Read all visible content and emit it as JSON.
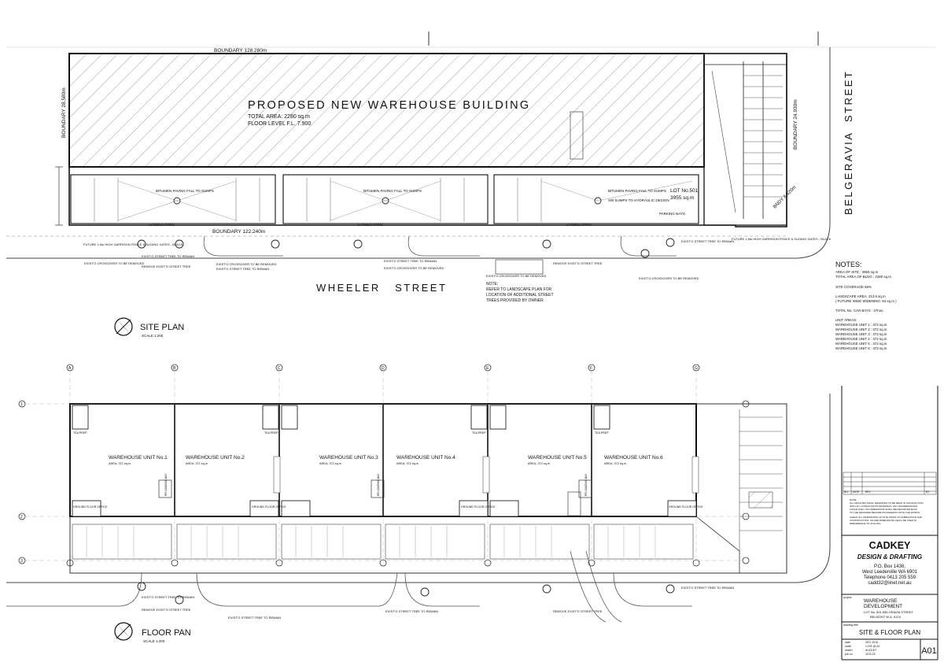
{
  "site": {
    "title": "PROPOSED NEW WAREHOUSE BUILDING",
    "total_area": "TOTAL AREA: 2280 sq.m",
    "floor_level": "FLOOR LEVEL F.L. 7.900",
    "boundary_top": "BOUNDARY 128.280m",
    "boundary_left": "BOUNDARY 28.580m",
    "boundary_bottom": "BOUNDARY 122.240m",
    "boundary_right": "BOUNDARY 24.930m",
    "boundary_corner": "BNDY 8.620m",
    "lot_no": "LOT No.501",
    "lot_area": "3955 sq.m",
    "street_south": "WHEELER   STREET",
    "street_east": "BELGERAVIA  STREET",
    "landscaping": "LANDSCAPING",
    "parking_bays": "PARKING BAYS",
    "bitumen_note": "BITUMEN PAVING FALL TO SUMPS",
    "sump_note": "SW SUMPS TO HYDRAULIC DESIGN",
    "fence_left": "FUTURE 1.8m HIGH GARRISON FENCE & SLIDING GATES - BLACK",
    "fence_right": "FUTURE 1.8m HIGH GARRISON FENCE & SLIDING GATES - BLACK",
    "tree_remain": "EXIST'G STREET TREE TO REMAIN",
    "tree_remove": "REMOVE EXIST'G STREET TREE",
    "crossover_remove": "EXIST'G CROSSOVER TO BE REMOVED",
    "note_label": "NOTE:",
    "note_text": [
      "REFER TO LANDSCAPE PLAN FOR",
      "LOCATION OF ADDITIONAL STREET",
      "TREES PROVIDED BY OWNER"
    ],
    "plan_label": "SITE PLAN",
    "plan_scale": "SCALE 1:200"
  },
  "floor": {
    "units": [
      {
        "name": "WAREHOUSE UNIT No.1",
        "area": "AREA: 372 sq.m"
      },
      {
        "name": "WAREHOUSE UNIT No.2",
        "area": "AREA: 372 sq.m"
      },
      {
        "name": "WAREHOUSE UNIT No.3",
        "area": "AREA: 372 sq.m"
      },
      {
        "name": "WAREHOUSE UNIT No.4",
        "area": "AREA: 372 sq.m"
      },
      {
        "name": "WAREHOUSE UNIT No.5",
        "area": "AREA: 372 sq.m"
      },
      {
        "name": "WAREHOUSE UNIT No.6",
        "area": "AREA: 372 sq.m"
      }
    ],
    "grid_cols": [
      "A",
      "B",
      "C",
      "D",
      "E",
      "F",
      "G"
    ],
    "grid_rows": [
      "1",
      "2",
      "3"
    ],
    "office": "GROUND FLOOR OFFICE",
    "tea_prep": "TEA PREP",
    "roller_door": "RR LOADING BAY",
    "plan_label": "FLOOR PAN",
    "plan_scale": "SCALE 1:200"
  },
  "notes": {
    "heading": "NOTES:",
    "lines": [
      "AREA OF SITE : 3955 sq.m",
      "TOTAL AREA OF BLDG : 2280 sq.m",
      "",
      "SITE COVERAGE 58%",
      "",
      "LANDSCAPE AREA: 213.6 sq.m",
      "( FUTURE WIDE WIDENING: 94 sq.m )",
      "",
      "TOTAL No. CAR BAYS : 47nos.",
      "",
      "UNIT AREAS:",
      "WAREHOUSE UNIT 1 : 372 sq.m",
      "WAREHOUSE UNIT 2 : 372 sq.m",
      "WAREHOUSE UNIT 3 : 372 sq.m",
      "WAREHOUSE UNIT 4 : 372 sq.m",
      "WAREHOUSE UNIT 5 : 372 sq.m",
      "WAREHOUSE UNIT 6 : 372 sq.m"
    ]
  },
  "title_block": {
    "company": "CADKEY",
    "subtitle": "DESIGN & DRAFTING",
    "address1": "P.O. Box 1436,",
    "address2": "West Leederville WA 6901",
    "phone": "Telephone 0413 205 559",
    "email": "cadd32@iinet.net.au",
    "project_label": "project",
    "project1": "WAREHOUSE",
    "project2": "DEVELOPMENT",
    "project_addr1": "LOT No. 501 BELGRAVIA STREET",
    "project_addr2": "BELMONT  W.A.  6104",
    "drawing_label": "drawing title",
    "drawing_title": "SITE & FLOOR PLAN",
    "date_label": "date",
    "date": "DEC 2015",
    "scale_label": "scale",
    "scale": "1:200 @ A1",
    "drawn_label": "drawn",
    "drawn": "AUCKEY",
    "job_label": "job no.",
    "job": "1103-15",
    "sheet": "A01",
    "rev_headers": [
      "NO.",
      "DATE",
      "REV",
      "BY"
    ],
    "disclaimer": [
      "NOTE:",
      "ALL ARCHITECTURAL DRAWINGS TO BE READ IN CONJUNCTION",
      "WITH ALL CONSULTANTS DRAWINGS. ANY DISCREPANCIES",
      "FOUND AND / OR DIMENSIONS SHALL BE REPORTED BACK",
      "TO THE DESIGNER BEFORE PROCEEDING WITH THE WORKS.",
      "CHECK ALL DIMENSIONS ON SITE PRIOR TO FABRICATION AND",
      "CONSTRUCTION. FIGURE DIMENSIONS SHALL BE USED IN",
      "PREFERENCE TO SCALING."
    ]
  }
}
